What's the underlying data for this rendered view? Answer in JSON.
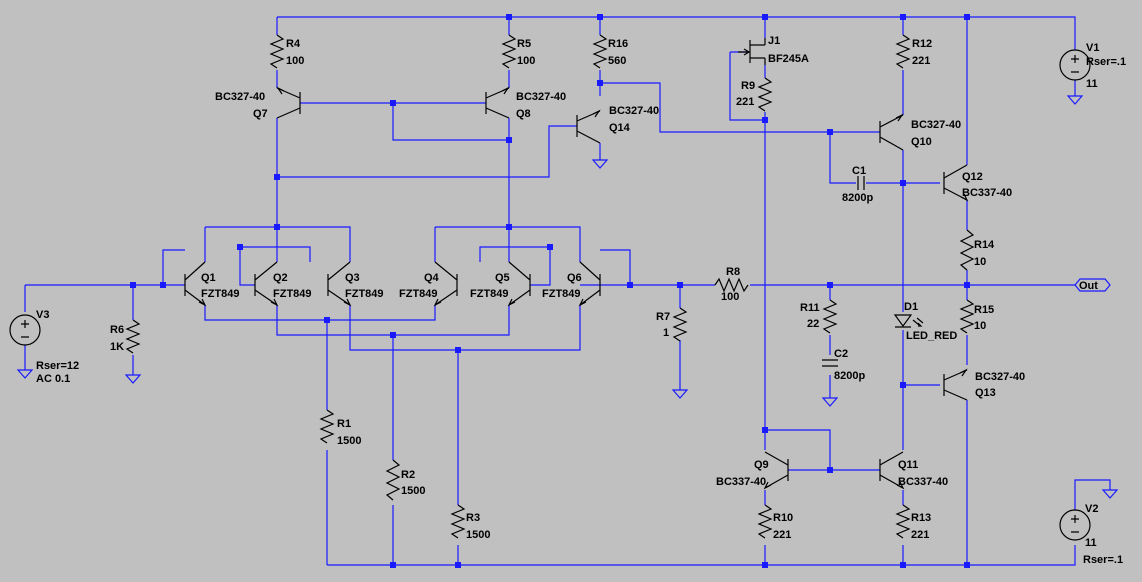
{
  "components": [
    {
      "ref": "R4",
      "value": "100"
    },
    {
      "ref": "R5",
      "value": "100"
    },
    {
      "ref": "R16",
      "value": "560"
    },
    {
      "ref": "J1",
      "value": "BF245A"
    },
    {
      "ref": "R9",
      "value": "221"
    },
    {
      "ref": "R12",
      "value": "221"
    },
    {
      "ref": "V1",
      "value": "Rser=.1",
      "value2": "11"
    },
    {
      "ref": "Q7",
      "value": "BC327-40"
    },
    {
      "ref": "Q8",
      "value": "BC327-40"
    },
    {
      "ref": "Q14",
      "value": "BC327-40"
    },
    {
      "ref": "Q10",
      "value": "BC327-40"
    },
    {
      "ref": "C1",
      "value": "8200p"
    },
    {
      "ref": "Q12",
      "value": "BC337-40"
    },
    {
      "ref": "R14",
      "value": "10"
    },
    {
      "ref": "Q1",
      "value": "FZT849"
    },
    {
      "ref": "Q2",
      "value": "FZT849"
    },
    {
      "ref": "Q3",
      "value": "FZT849"
    },
    {
      "ref": "Q4",
      "value": "FZT849"
    },
    {
      "ref": "Q5",
      "value": "FZT849"
    },
    {
      "ref": "Q6",
      "value": "FZT849"
    },
    {
      "ref": "R8",
      "value": "100"
    },
    {
      "ref": "R7",
      "value": "1"
    },
    {
      "ref": "R11",
      "value": "22"
    },
    {
      "ref": "D1",
      "value": "LED_RED"
    },
    {
      "ref": "R15",
      "value": "10"
    },
    {
      "ref": "C2",
      "value": "8200p"
    },
    {
      "ref": "Q13",
      "value": "BC327-40"
    },
    {
      "ref": "V3",
      "value": "Rser=12",
      "value2": "AC 0.1"
    },
    {
      "ref": "R6",
      "value": "1K"
    },
    {
      "ref": "R1",
      "value": "1500"
    },
    {
      "ref": "R2",
      "value": "1500"
    },
    {
      "ref": "R3",
      "value": "1500"
    },
    {
      "ref": "Q9",
      "value": "BC337-40"
    },
    {
      "ref": "Q11",
      "value": "BC337-40"
    },
    {
      "ref": "R10",
      "value": "221"
    },
    {
      "ref": "R13",
      "value": "221"
    },
    {
      "ref": "V2",
      "value": "11",
      "value2": "Rser=.1"
    }
  ],
  "output_flag": "Out"
}
